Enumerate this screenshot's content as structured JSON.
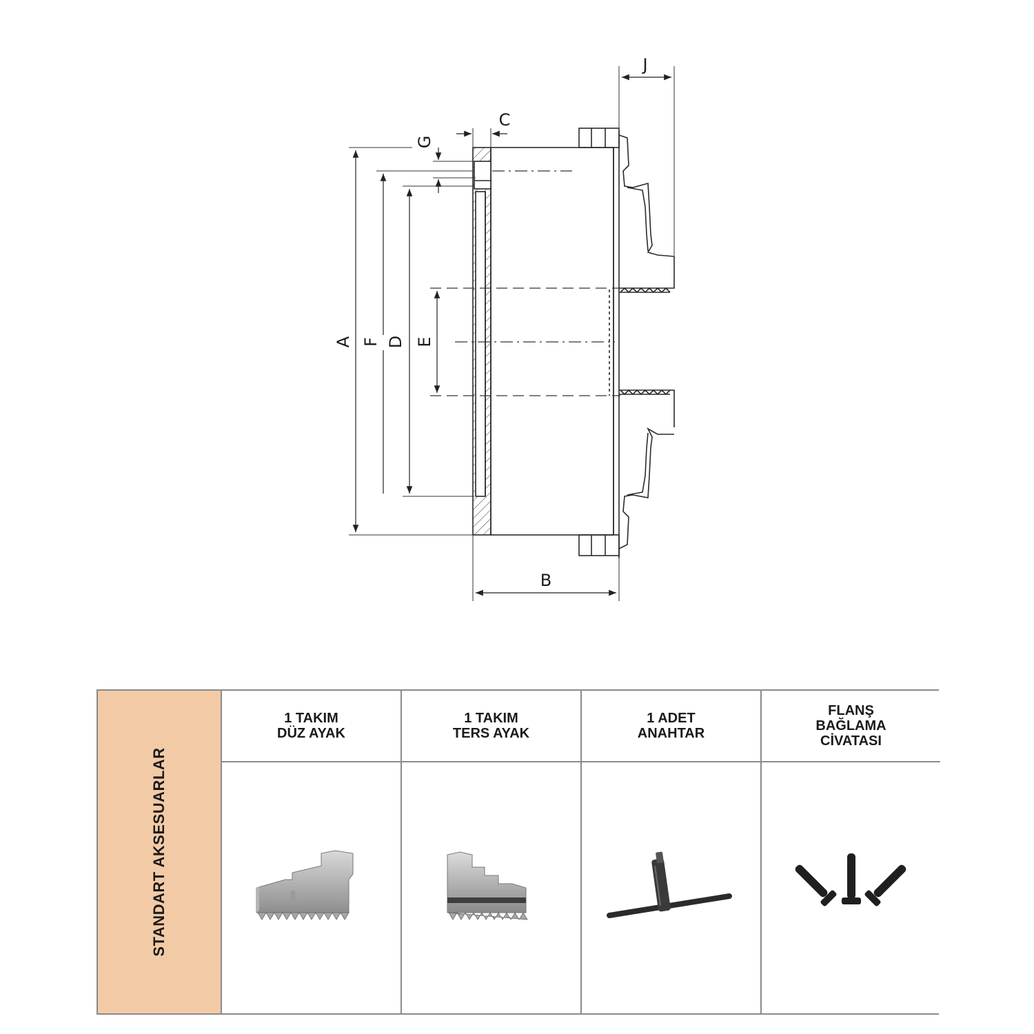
{
  "drawing": {
    "dimensions": [
      "A",
      "B",
      "C",
      "D",
      "E",
      "F",
      "G",
      "J"
    ]
  },
  "accessories": {
    "section_title": "STANDART AKSESUARLAR",
    "items": [
      {
        "label": "1 TAKIM\nDÜZ AYAK",
        "icon": "straight-jaw-set-icon"
      },
      {
        "label": "1 TAKIM\nTERS AYAK",
        "icon": "reverse-jaw-set-icon"
      },
      {
        "label": "1 ADET\nANAHTAR",
        "icon": "chuck-key-icon"
      },
      {
        "label": "FLANŞ\nBAĞLAMA\nCİVATASI",
        "icon": "flange-bolts-icon"
      }
    ]
  }
}
